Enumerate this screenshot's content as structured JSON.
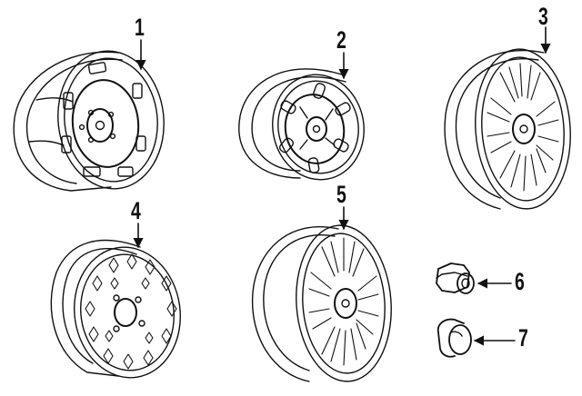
{
  "callouts": [
    {
      "label": "1",
      "part": "steel-wheel-with-cap"
    },
    {
      "label": "2",
      "part": "styled-steel-wheel"
    },
    {
      "label": "3",
      "part": "alloy-wheel-lattice"
    },
    {
      "label": "4",
      "part": "alloy-wheel-diamond"
    },
    {
      "label": "5",
      "part": "alloy-wheel-lattice"
    },
    {
      "label": "6",
      "part": "lug-nut"
    },
    {
      "label": "7",
      "part": "lug-nut-cap"
    }
  ],
  "colors": {
    "ink": "#111111",
    "paper": "#ffffff"
  }
}
